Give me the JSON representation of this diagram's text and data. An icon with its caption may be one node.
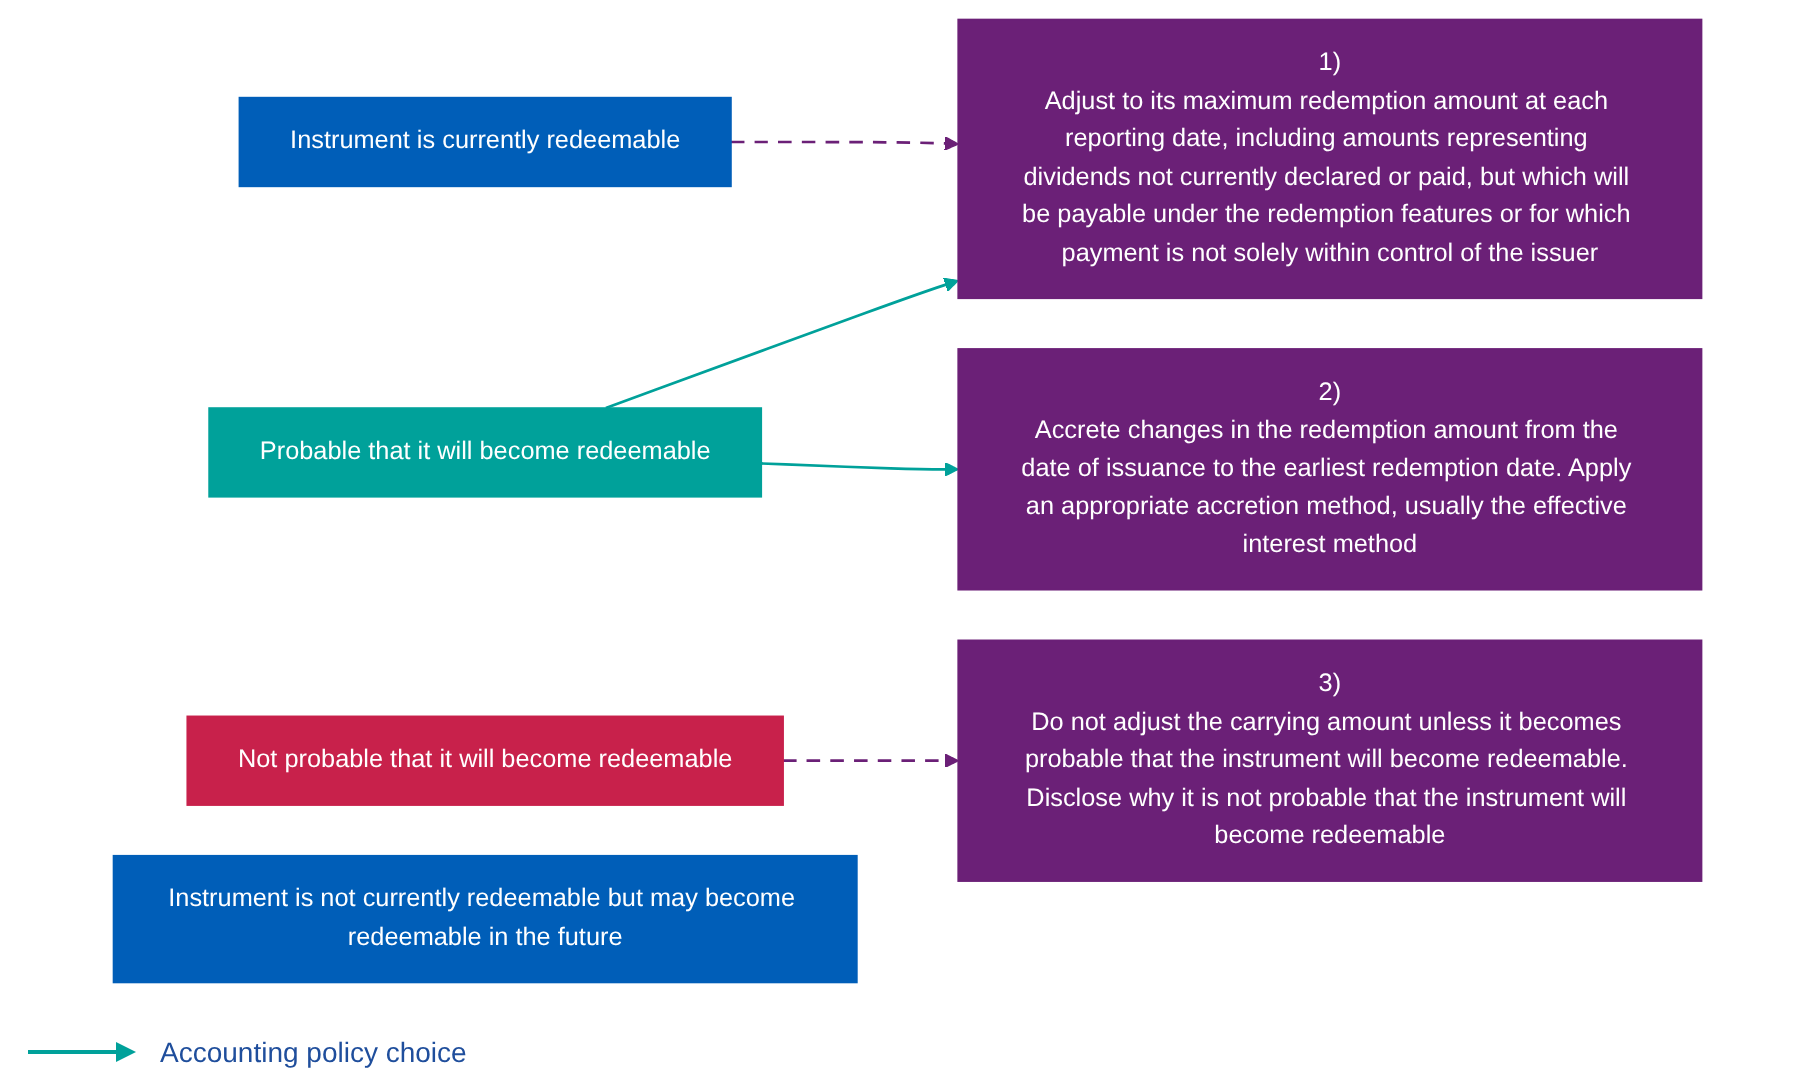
{
  "diagram": {
    "nodes": [
      {
        "text": [
          "Instrument is currently redeemable"
        ]
      },
      {
        "text": [
          "Instrument is not currently redeemable but may become redeemable in the future"
        ]
      },
      {
        "text": [
          "Probable that it will become redeemable"
        ]
      },
      {
        "text": [
          "Not probable that it will become redeemable"
        ]
      },
      {
        "text": [
          "1)",
          "Adjust to its maximum redemption amount at each reporting date, including amounts representing dividends not currently declared or paid, but which will be payable under the redemption features or for which payment is not solely within control of the issuer"
        ]
      },
      {
        "text": [
          "2)",
          "Accrete changes in the redemption amount from the date of issuance to the earliest redemption date. Apply an appropriate accretion method, usually the effective interest method"
        ]
      },
      {
        "text": [
          "3)",
          "Do not adjust the carrying amount unless it becomes probable that the instrument will become redeemable. Disclose why it is not probable that the instrument will become redeemable"
        ]
      }
    ],
    "edges": [
      {
        "from": 0,
        "to": 4,
        "arrow": "to",
        "style": "dashed",
        "color": "#6b2077"
      },
      {
        "from": 2,
        "to": 4,
        "arrow": "to",
        "color": "#00a19a"
      },
      {
        "from": 2,
        "to": 5,
        "arrow": "to",
        "color": "#00a19a"
      },
      {
        "from": 3,
        "to": 6,
        "arrow": "to",
        "style": "dashed",
        "color": "#6b2077"
      }
    ],
    "legend": [
      {
        "text": "Accounting policy choice"
      }
    ]
  }
}
